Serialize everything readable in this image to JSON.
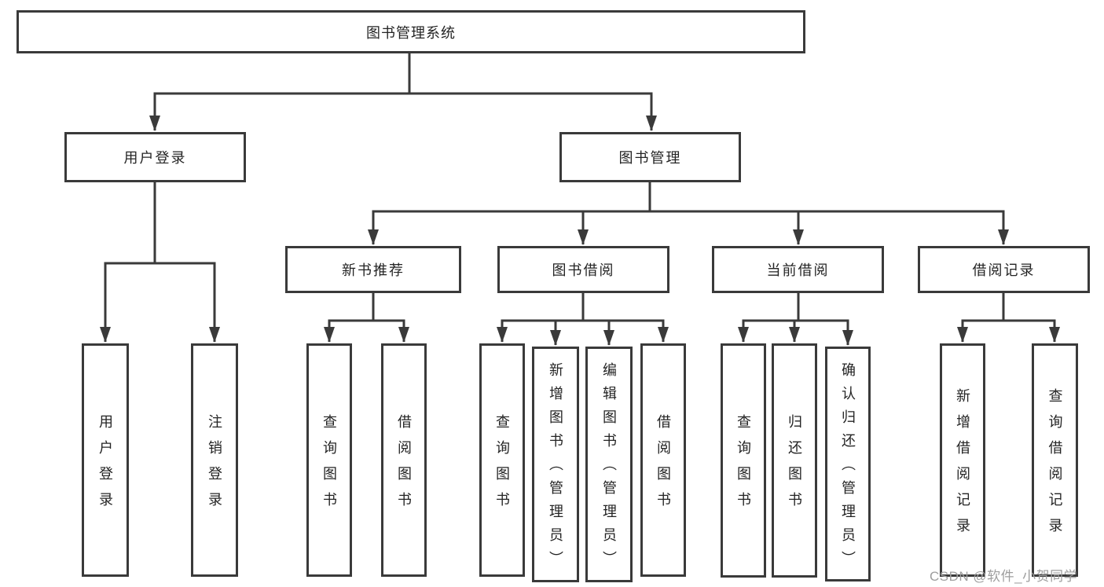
{
  "nodes": {
    "root": "图书管理系统",
    "level2": [
      "用户登录",
      "图书管理"
    ],
    "level3": [
      "新书推荐",
      "图书借阅",
      "当前借阅",
      "借阅记录"
    ],
    "user_login_children": [
      "用户登录",
      "注销登录"
    ],
    "new_book_children": [
      "查询图书",
      "借阅图书"
    ],
    "book_borrow_children": [
      "查询图书",
      "新增图书（管理员）",
      "编辑图书（管理员）",
      "借阅图书"
    ],
    "current_borrow_children": [
      "查询图书",
      "归还图书",
      "确认归还（管理员）"
    ],
    "borrow_record_children": [
      "新增借阅记录",
      "查询借阅记录"
    ]
  },
  "watermark": "CSDN @软件_小贺同学",
  "colors": {
    "line": "#3a3a3a",
    "text": "#242424",
    "watermark": "#9e9e9e",
    "background": "#ffffff"
  }
}
